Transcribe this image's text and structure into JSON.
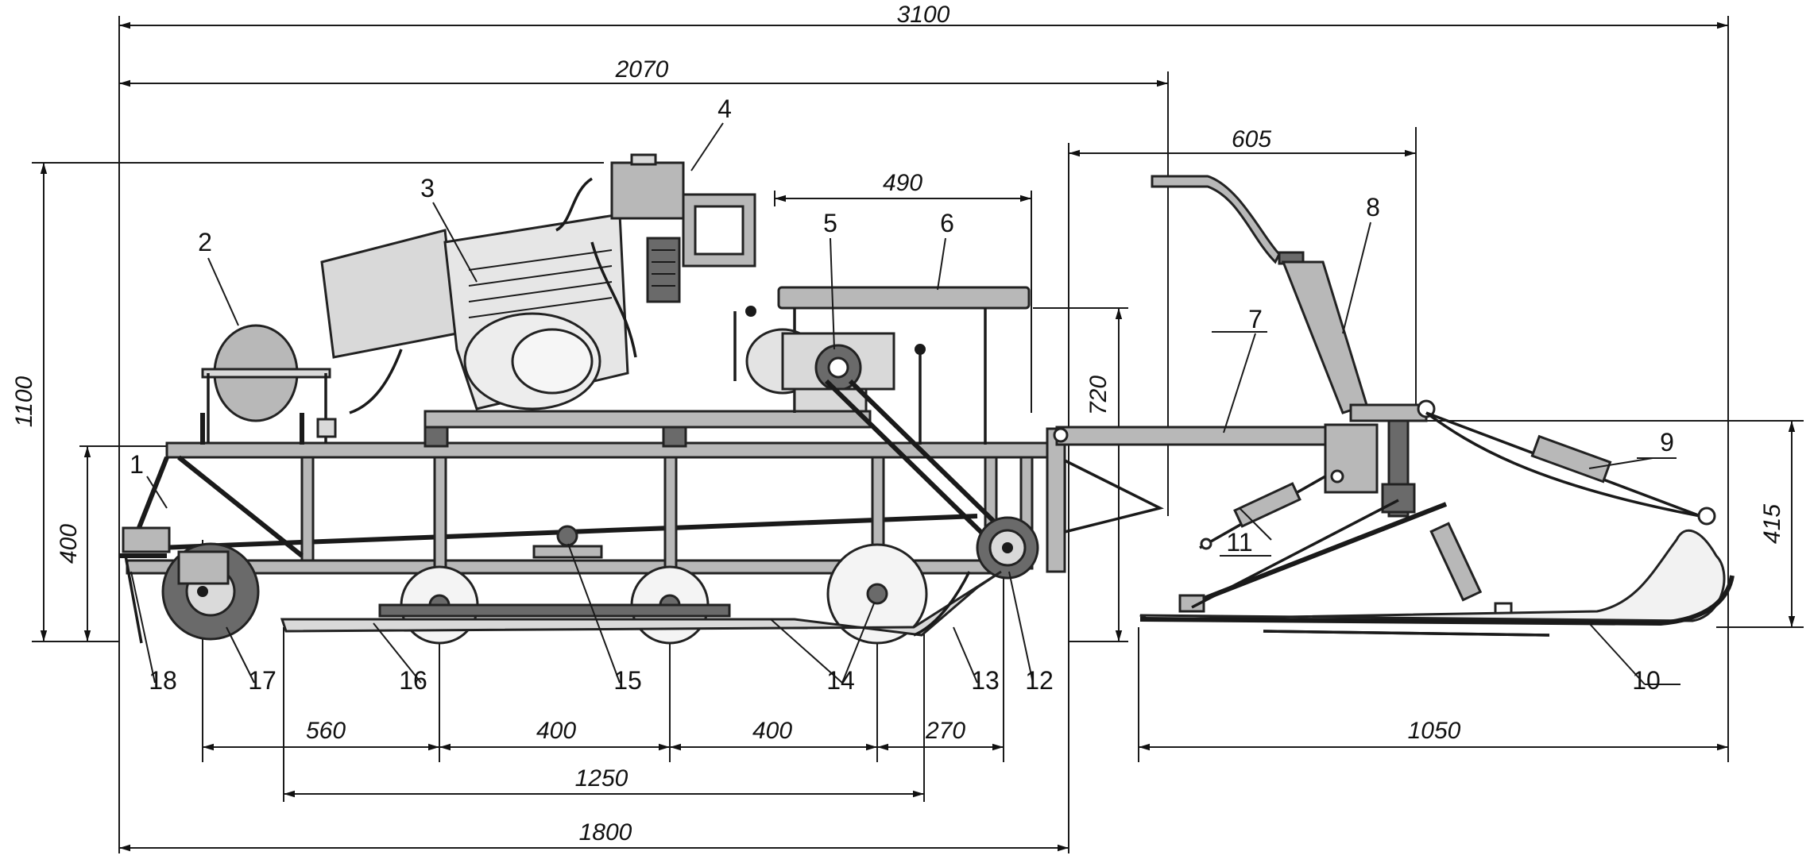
{
  "dimensions": {
    "overall_length": "3100",
    "frame_length": "2070",
    "seat_length": "490",
    "ski_offset": "605",
    "overall_height": "1100",
    "seat_height": "720",
    "frame_height": "400",
    "ski_height": "415",
    "rear_to_wheel1": "560",
    "wheel1_to_wheel2": "400",
    "wheel2_to_wheel3": "400",
    "wheel3_to_sprocket": "270",
    "track_length": "1250",
    "base_length": "1800",
    "ski_length": "1050"
  },
  "callouts": [
    "1",
    "2",
    "3",
    "4",
    "5",
    "6",
    "7",
    "8",
    "9",
    "10",
    "11",
    "12",
    "13",
    "14",
    "15",
    "16",
    "17",
    "18"
  ]
}
